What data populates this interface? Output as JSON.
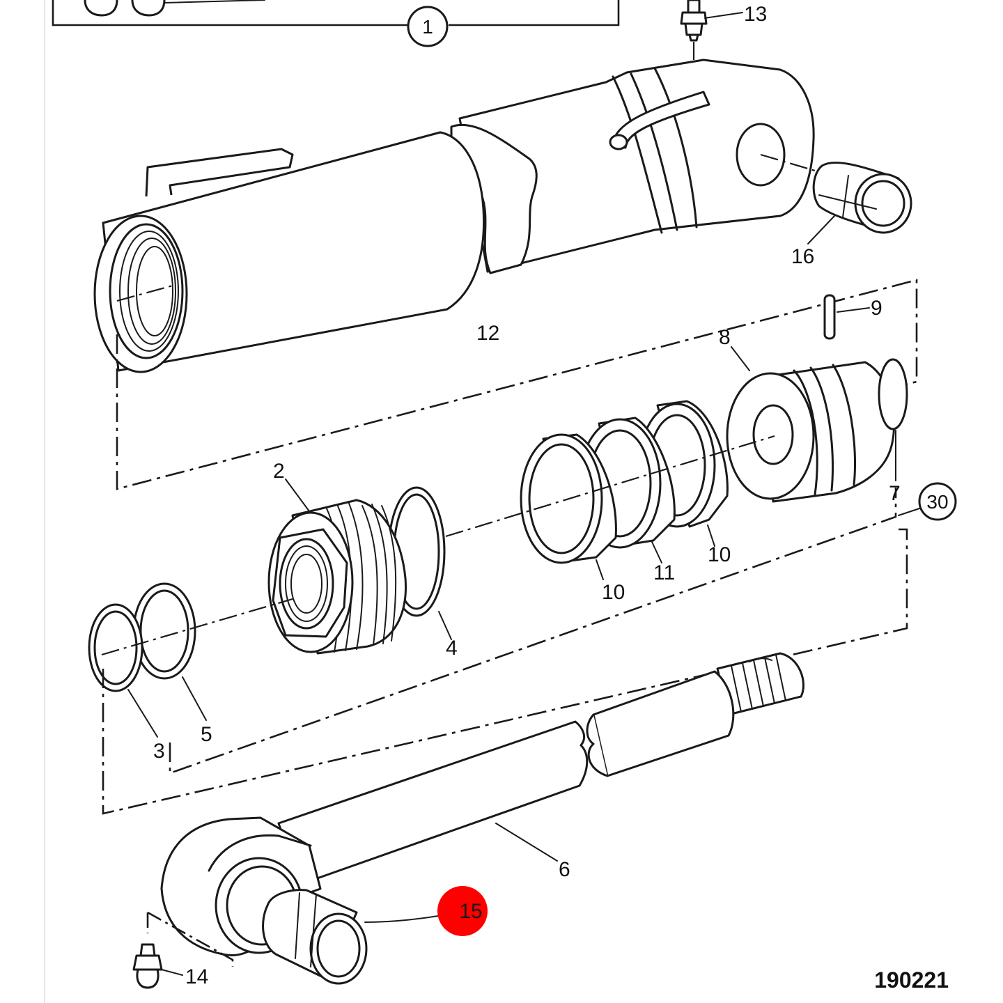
{
  "diagram_number": "190221",
  "highlight_color": "#ff0000",
  "callouts": {
    "c1": "1",
    "c2": "2",
    "c3": "3",
    "c4": "4",
    "c5": "5",
    "c6": "6",
    "c7": "7",
    "c8": "8",
    "c9": "9",
    "c10a": "10",
    "c10b": "10",
    "c11": "11",
    "c12": "12",
    "c13": "13",
    "c14": "14",
    "c15": "15",
    "c16": "16",
    "c30": "30"
  }
}
